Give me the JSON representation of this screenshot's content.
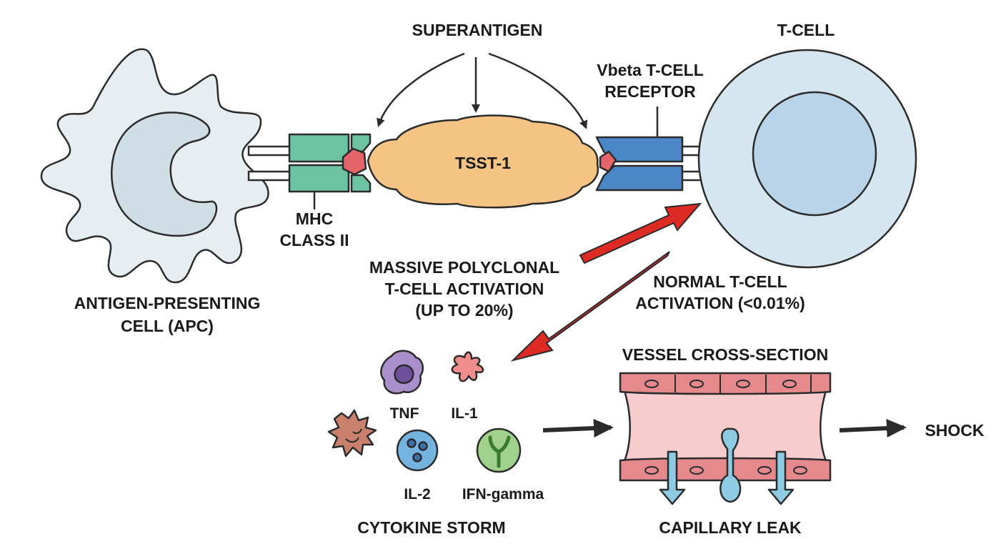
{
  "labels": {
    "superantigen": "SUPERANTIGEN",
    "t_cell": "T-CELL",
    "vbeta_line1": "Vbeta T-CELL",
    "vbeta_line2": "RECEPTOR",
    "tsst": "TSST-1",
    "mhc_line1": "MHC",
    "mhc_line2": "CLASS II",
    "apc_line1": "ANTIGEN-PRESENTING",
    "apc_line2": "CELL (APC)",
    "massive_line1": "MASSIVE POLYCLONAL",
    "massive_line2": "T-CELL ACTIVATION",
    "massive_line3": "(UP TO 20%)",
    "normal_line1": "NORMAL T-CELL",
    "normal_line2": "ACTIVATION (<0.01%)",
    "vessel": "VESSEL CROSS-SECTION",
    "tnf": "TNF",
    "il1": "IL-1",
    "il2": "IL-2",
    "ifn": "IFN-gamma",
    "cytokine_storm": "CYTOKINE STORM",
    "capillary_leak": "CAPILLARY LEAK",
    "shock": "SHOCK"
  },
  "colors": {
    "outline": "#2b2b2b",
    "apc_fill": "#e6eef2",
    "apc_nucleus": "#cfdde5",
    "tcell_outer": "#d6e6f1",
    "tcell_inner": "#b9d4e8",
    "mhc_green": "#6cc2a2",
    "tcr_blue": "#4a86c8",
    "tsst_orange": "#f5c484",
    "peptide_red": "#e4646a",
    "red_arrow": "#dd2b24",
    "gray_arrow": "#4a4a4a",
    "vessel_wall": "#e5898d",
    "vessel_lumen": "#f6cccd",
    "leak_blue": "#8ecbe3",
    "tnf_purple": "#a98fcb",
    "il1_pink": "#ef8c8c",
    "il2_blue": "#74b3e0",
    "ifn_green": "#9fd08c",
    "brown_cell": "#c9806c"
  }
}
